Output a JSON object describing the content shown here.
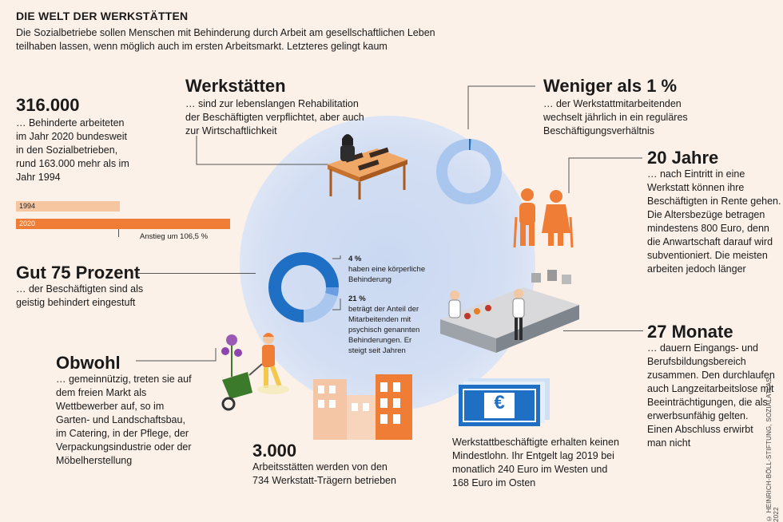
{
  "header": {
    "title": "DIE WELT DER WERKSTÄTTEN",
    "subtitle": "Die Sozialbetriebe sollen Menschen mit Behinderung durch Arbeit am gesellschaftlichen Leben teilhaben lassen, wenn möglich auch im ersten Arbeitsmarkt. Letzteres gelingt kaum"
  },
  "stats": {
    "count": {
      "heading": "316.000",
      "text": "… Behinderte arbeiteten im Jahr 2020 bundesweit in den Sozialbetrieben, rund 163.000 mehr als im Jahr 1994",
      "bars": [
        {
          "label": "1994",
          "value": 153000,
          "color": "#f6c6a0"
        },
        {
          "label": "2020",
          "value": 316000,
          "color": "#ef7d35"
        }
      ],
      "increase_label": "Anstieg um 106,5 %"
    },
    "werkstaetten": {
      "heading": "Werkstätten",
      "text": "… sind zur lebenslangen Rehabilitation der Beschäftigten verpflichtet, aber auch zur Wirtschaftlichkeit"
    },
    "weniger": {
      "heading": "Weniger als 1 %",
      "text": "… der Werkstattmitarbeitenden wechselt jährlich in ein reguläres Beschäftigungsverhältnis",
      "share_percent": 1
    },
    "jahre": {
      "heading": "20 Jahre",
      "text": "… nach Eintritt in eine Werkstatt können ihre Beschäftigten in Rente gehen. Die Altersbezüge betragen mindestens 800 Euro, denn die Anwartschaft darauf wird subventioniert. Die meisten arbeiten jedoch länger"
    },
    "prozent": {
      "heading": "Gut 75 Prozent",
      "text": "… der Beschäftigten sind als geistig behindert eingestuft",
      "donut": [
        {
          "label": "geistig behindert",
          "percent": 75,
          "color": "#1f6fc5"
        },
        {
          "label": "körperlich",
          "percent": 4,
          "color": "#6b9ee0"
        },
        {
          "label": "psychisch",
          "percent": 21,
          "color": "#a9c6ee"
        }
      ],
      "note1_heading": "4 %",
      "note1_text": "haben eine körperliche Behinderung",
      "note2_heading": "21 %",
      "note2_text": "beträgt der Anteil der Mitarbeitenden mit psychisch genannten Behinderungen. Er steigt seit Jahren"
    },
    "monate": {
      "heading": "27 Monate",
      "text": "… dauern Eingangs- und Berufsbildungsbereich zusammen. Den durchlaufen auch Langzeitarbeitslose mit Beeinträchtigungen, die als erwerbsunfähig gelten. Einen Abschluss erwirbt man nicht"
    },
    "obwohl": {
      "heading": "Obwohl",
      "text": "… gemeinnützig, treten sie auf dem freien Markt als Wettbewerber auf, so im Garten- und Landschaftsbau, im Catering, in der Pflege, der Verpackungsindustrie oder der Möbelherstellung"
    },
    "staetten": {
      "heading": "3.000",
      "text": "Arbeitsstätten werden von den 734 Werkstatt-Trägern betrieben"
    },
    "lohn": {
      "text": "Werkstattbeschäftigte erhalten keinen Mindestlohn. Ihr Entgelt lag 2019 bei monatlich 240 Euro im Westen und 168 Euro im Osten",
      "euro_symbol": "€"
    }
  },
  "credit": "© HEINRICH-BÖLL-STIFTUNG, SOZIALATLAS 2022",
  "colors": {
    "orange": "#ef7d35",
    "light_orange": "#f6c6a0",
    "blue": "#1f6fc5",
    "light_blue": "#a9c6ee"
  }
}
